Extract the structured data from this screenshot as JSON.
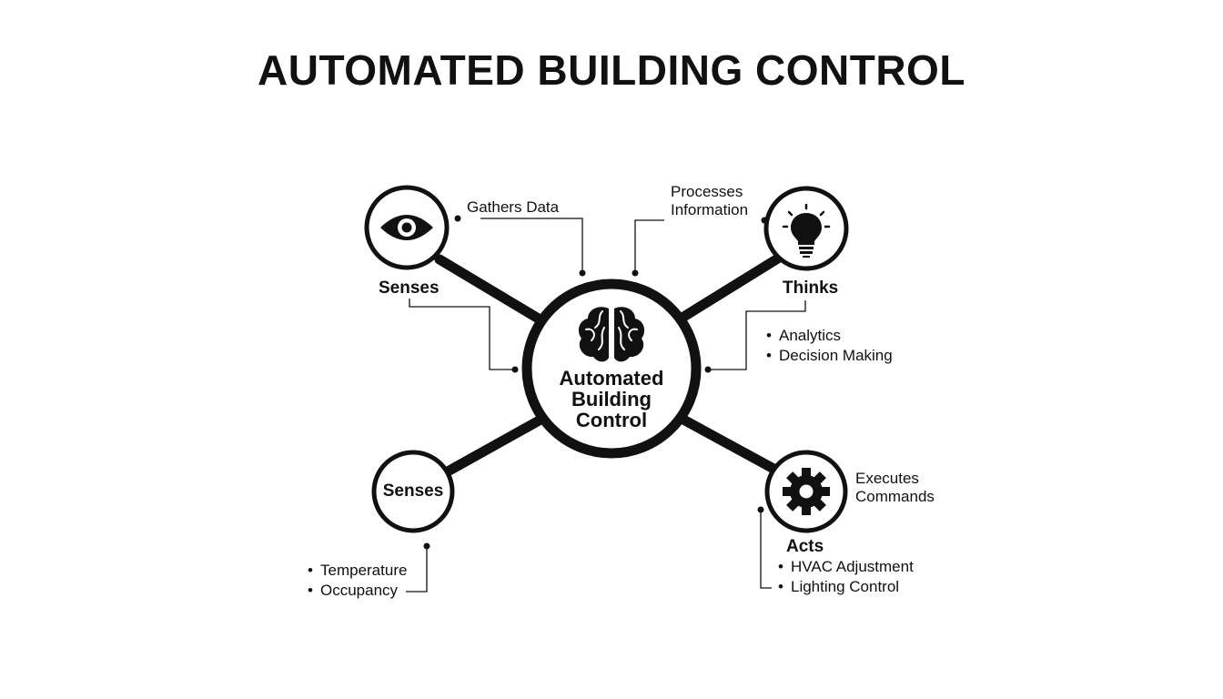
{
  "title": "AUTOMATED BUILDING CONTROL",
  "center": {
    "lines": [
      "Automated",
      "Building",
      "Control"
    ],
    "icon": "brain-icon"
  },
  "nodes": {
    "senses_top": {
      "label": "Senses",
      "icon": "eye-icon",
      "annotation": "Gathers Data"
    },
    "thinks": {
      "label": "Thinks",
      "icon": "lightbulb-icon",
      "annotation": [
        "Processes",
        "Information"
      ],
      "bullets": [
        "Analytics",
        "Decision Making"
      ]
    },
    "senses_bottom": {
      "label": "Senses",
      "bullets": [
        "Temperature",
        "Occupancy"
      ]
    },
    "acts": {
      "label": "Acts",
      "icon": "gear-icon",
      "annotation": [
        "Executes",
        "Commands"
      ],
      "bullets": [
        "HVAC Adjustment",
        "Lighting Control"
      ]
    }
  }
}
